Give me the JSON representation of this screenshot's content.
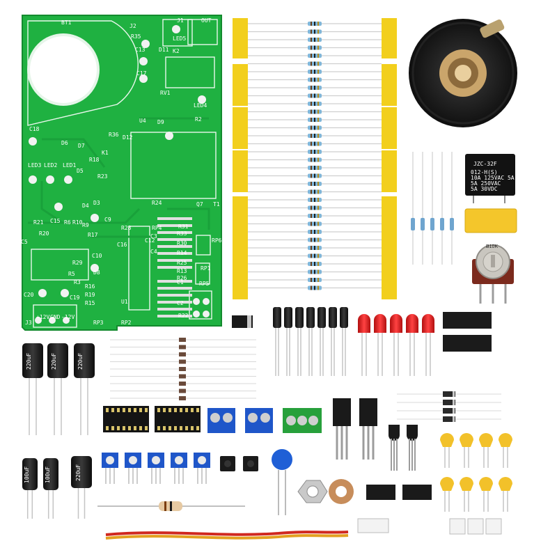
{
  "pcb": {
    "silkscreen": [
      "BT1",
      "J2",
      "J1",
      "R35",
      "LED5",
      "OUT",
      "C13",
      "D11",
      "K2",
      "C17",
      "RV1",
      "LED4",
      "U4",
      "D9",
      "R2",
      "C18",
      "R36",
      "D12",
      "D6",
      "D7",
      "K1",
      "LED3",
      "LED2",
      "LED1",
      "R18",
      "D5",
      "R23",
      "D4",
      "D3",
      "R24",
      "Q7",
      "T1",
      "R21",
      "C15",
      "R6",
      "R10",
      "R9",
      "C9",
      "R28",
      "RP4",
      "R31",
      "C5",
      "R20",
      "R17",
      "C16",
      "C12",
      "R33",
      "R30",
      "RP6",
      "R29",
      "R14",
      "C10",
      "R5",
      "R25",
      "RP1",
      "R13",
      "R26",
      "D8",
      "R16",
      "R19",
      "R15",
      "C20",
      "C19",
      "R22",
      "U1",
      "C4",
      "C3",
      "RP5",
      "RP3",
      "RP2",
      "J3",
      "+12V",
      "-12V",
      "GND",
      "C1",
      "C2",
      "R3"
    ]
  },
  "relay": {
    "model": "JZC-32F",
    "rating_lines": [
      "012-H(S)",
      "10A 125VAC 5A 250VAC",
      "5A 250VAC",
      "5A 30VDC"
    ]
  },
  "potentiometer": {
    "marking": "B10K"
  },
  "capacitors": {
    "large": [
      "220uF",
      "220uF",
      "220uF"
    ],
    "lower": [
      "100uF",
      "100uF",
      "220uF"
    ]
  },
  "colors": {
    "pcb_green": "#1fb141",
    "silk_white": "#ffffff",
    "tape_yellow": "#f2cf1d",
    "led_red": "#e21e1e",
    "trimmer_blue": "#1f56c9",
    "terminal_green": "#27a03b",
    "cap_black": "#1e1e1e",
    "wire_red": "#d0281f",
    "wire_orange": "#e3a020"
  },
  "icons": [
    "pcb-board",
    "speaker",
    "relay",
    "potentiometer",
    "resistor-tape",
    "electrolytic-capacitor",
    "led",
    "ic-socket",
    "transistor",
    "trimmer",
    "push-button",
    "ceramic-capacitor",
    "hex-nut",
    "washer",
    "connector",
    "wire"
  ]
}
